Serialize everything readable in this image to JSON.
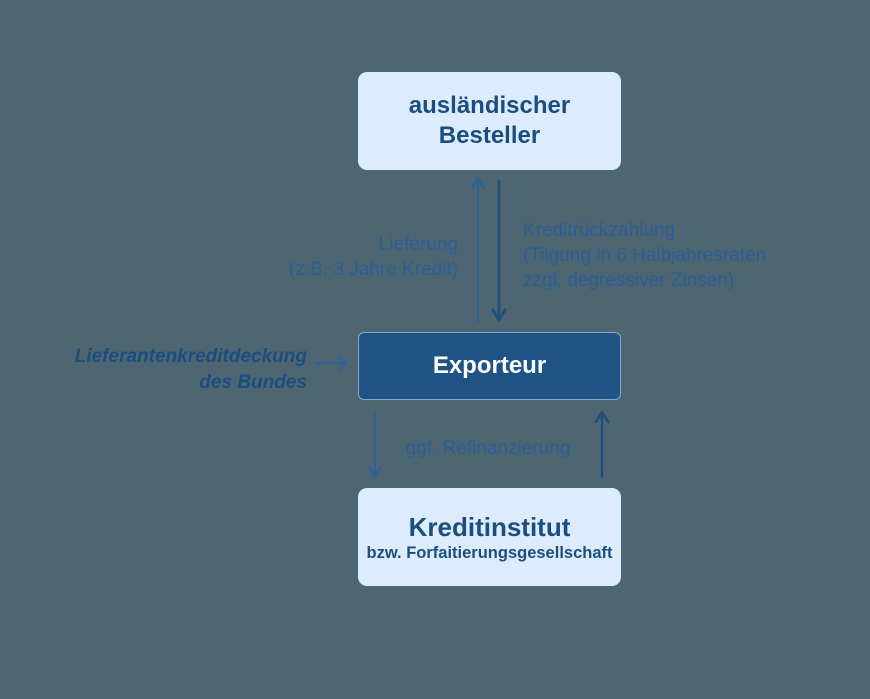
{
  "colors": {
    "background": "#4d6672",
    "box_light_bg": "#ddecfd",
    "box_dark_bg": "#1f5383",
    "box_text_dark": "#1b4e7e",
    "box_text_light": "#ffffff",
    "label_blue": "#2b5f97",
    "arrow_medium": "#2f6398",
    "arrow_dark": "#1f4e79"
  },
  "diagram": {
    "besteller": {
      "line1": "ausländischer",
      "line2": "Besteller"
    },
    "exporteur": {
      "label": "Exporteur"
    },
    "kreditinstitut": {
      "line1": "Kreditinstitut",
      "line2": "bzw. Forfaitierungsgesellschaft"
    },
    "labels": {
      "lieferung_line1": "Lieferung",
      "lieferung_line2": "(z.B. 3 Jahre Kredit)",
      "kreditrueckzahlung_line1": "Kreditrückzahlung",
      "kreditrueckzahlung_line2": "(Tilgung in 6 Halbjahresraten",
      "kreditrueckzahlung_line3": "zzgl. degressiver Zinsen)",
      "deckung_line1": "Lieferantenkreditdeckung",
      "deckung_line2": "des Bundes",
      "refinanzierung": "ggf. Refinanzierung"
    }
  }
}
